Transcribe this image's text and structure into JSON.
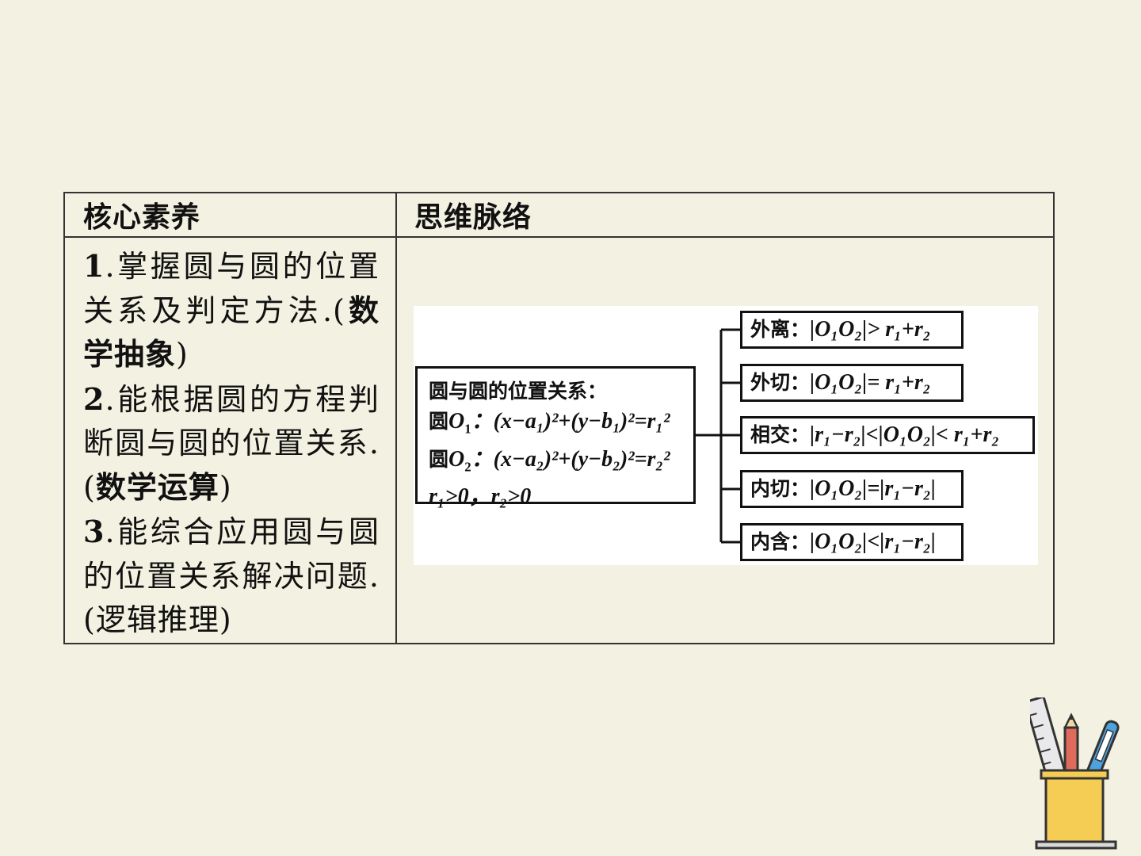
{
  "table": {
    "header_left": "核心素养",
    "header_right": "思维脉络",
    "goals": [
      {
        "num": "1",
        "text": ".掌握圆与圆的位置关系及判定方法.(",
        "tag": "数学抽象",
        "close": ")"
      },
      {
        "num": "2",
        "text": ".能根据圆的方程判断圆与圆的位置关系.(",
        "tag": "数学运算",
        "close": ")"
      },
      {
        "num": "3",
        "text": ".能综合应用圆与圆的位置关系解决问题.(逻辑推理)",
        "tag": "",
        "close": ""
      }
    ]
  },
  "diagram": {
    "main_title": "圆与圆的位置关系：",
    "circle1_label": "圆",
    "circle1_name": "O",
    "circle1_sub": "1",
    "circle1_eq": "：(x−a₁)²+(y−b₁)²=r₁²",
    "circle2_label": "圆",
    "circle2_name": "O",
    "circle2_sub": "2",
    "circle2_eq": "：(x−a₂)²+(y−b₂)²=r₂²",
    "condition": "r₁>0，r₂>0",
    "results": [
      {
        "label": "外离：",
        "expr": "|O₁O₂|> r₁+r₂"
      },
      {
        "label": "外切：",
        "expr": "|O₁O₂|= r₁+r₂"
      },
      {
        "label": "相交：",
        "expr": "|r₁−r₂|<|O₁O₂|< r₁+r₂"
      },
      {
        "label": "内切：",
        "expr": "|O₁O₂|=|r₁−r₂|"
      },
      {
        "label": "内含：",
        "expr": "|O₁O₂|<|r₁−r₂|"
      }
    ]
  },
  "colors": {
    "background": "#f3f1e1",
    "cup": "#f5cd54",
    "pencil_red": "#e06a5c",
    "pen_blue": "#4da3e0"
  },
  "icons": {
    "decoration": "pencil-cup-icon"
  }
}
